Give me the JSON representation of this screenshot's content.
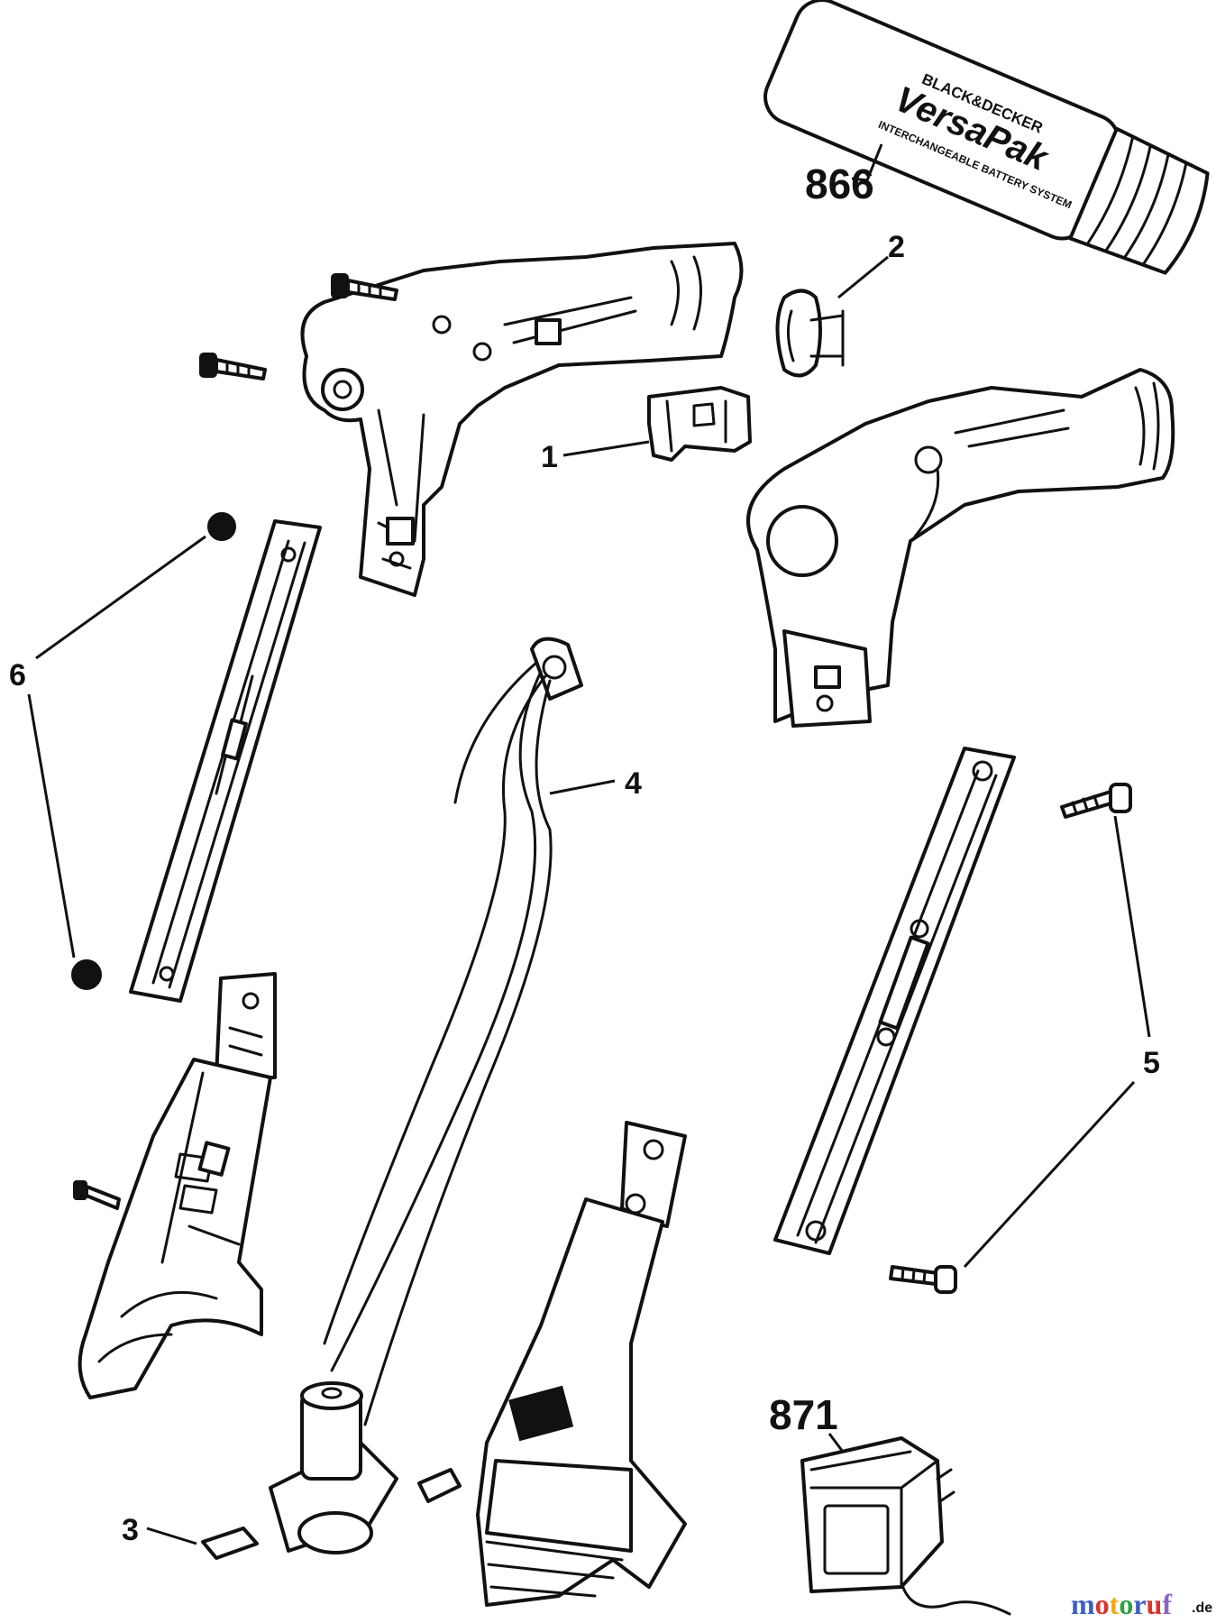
{
  "diagram": {
    "callouts": {
      "battery": "866",
      "clip": "2",
      "switch": "1",
      "nut": "6",
      "wire": "4",
      "bolt": "5",
      "motor_part": "3",
      "charger": "871"
    },
    "battery_brand": "BLACK&DECKER",
    "battery_name": "VersaPak",
    "battery_tagline": "INTERCHANGEABLE BATTERY SYSTEM",
    "watermark": {
      "text": "motoruf",
      "suffix": ".de",
      "colors": [
        "#3b5fc2",
        "#d9342b",
        "#f0a81a",
        "#2f9e44",
        "#3b5fc2",
        "#d9342b",
        "#8a63c9"
      ]
    }
  }
}
